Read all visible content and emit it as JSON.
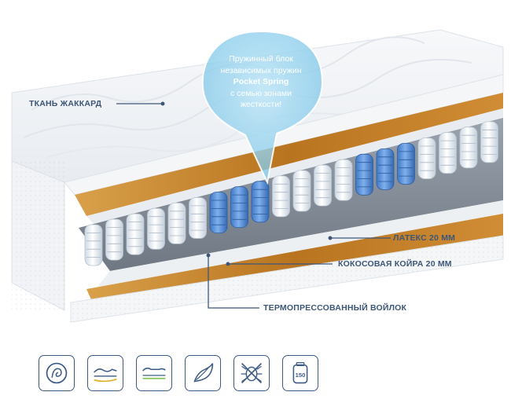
{
  "labels": {
    "jacquard": "ТКАНЬ ЖАККАРД",
    "latex": "ЛАТЕКС 20 ММ",
    "coir": "КОКОСОВАЯ КОЙРА 20 ММ",
    "felt": "ТЕРМОПРЕССОВАННЫЙ ВОЙЛОК"
  },
  "bubble": {
    "line1": "Пружинный блок",
    "line2": "независимых пружин",
    "line3": "Pocket Spring",
    "line4": "с семью зонами",
    "line5": "жесткости!"
  },
  "icons": [
    {
      "name": "hypoallergenic-icon"
    },
    {
      "name": "orthopedic-support-icon"
    },
    {
      "name": "body-support-icon"
    },
    {
      "name": "natural-materials-icon"
    },
    {
      "name": "anti-mite-icon"
    },
    {
      "name": "max-load-icon",
      "text": "150"
    }
  ],
  "colors": {
    "accent": "#3d5677",
    "coir": "#c88a2a",
    "spring_white": "#eef3f8",
    "spring_blue": "#5b93d9"
  }
}
